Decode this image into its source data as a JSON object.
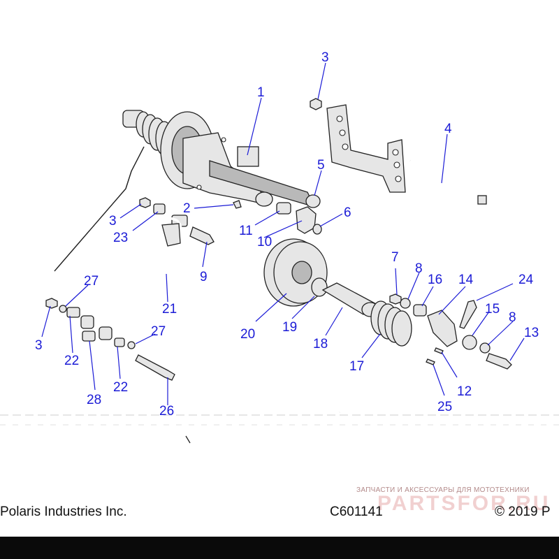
{
  "callouts": {
    "c1": "1",
    "c2": "2",
    "c3a": "3",
    "c3b": "3",
    "c3c": "3",
    "c4": "4",
    "c5": "5",
    "c6": "6",
    "c7": "7",
    "c8a": "8",
    "c8b": "8",
    "c9": "9",
    "c10": "10",
    "c11": "11",
    "c12": "12",
    "c13": "13",
    "c14": "14",
    "c15": "15",
    "c16": "16",
    "c17": "17",
    "c18": "18",
    "c19": "19",
    "c20": "20",
    "c21": "21",
    "c22a": "22",
    "c22b": "22",
    "c23": "23",
    "c24": "24",
    "c25": "25",
    "c26": "26",
    "c27a": "27",
    "c27b": "27",
    "c28": "28"
  },
  "footer": {
    "left_text": "Polaris Industries Inc.",
    "diagram_code": "C601141",
    "copyright": "© 2019 P"
  },
  "watermark": {
    "small_text": "ЗАПЧАСТИ И АКСЕССУАРЫ ДЛЯ МОТОТЕХНИКИ",
    "logo_text": "PARTSFOR.RU"
  },
  "colors": {
    "callout_blue": "#1b1bd6",
    "line_black": "#222222",
    "bottom_bar": "#0a0a0a"
  }
}
